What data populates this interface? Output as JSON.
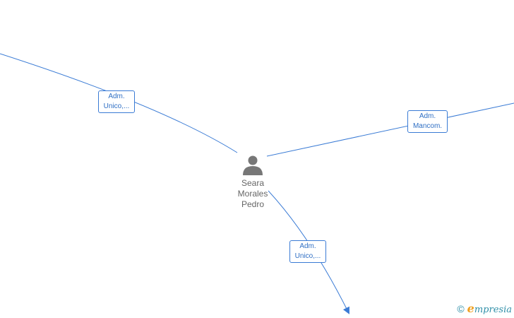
{
  "center": {
    "name_lines": [
      "Seara",
      "Morales",
      "Pedro"
    ],
    "icon": "person-icon"
  },
  "edges": [
    {
      "label_lines": [
        "Adm.",
        "Unico,..."
      ]
    },
    {
      "label_lines": [
        "Adm.",
        "Mancom."
      ]
    },
    {
      "label_lines": [
        "Adm.",
        "Unico,..."
      ]
    }
  ],
  "brand": {
    "copyright_symbol": "©",
    "logo_initial": "e",
    "logo_rest": "mpresia"
  },
  "colors": {
    "edge": "#3a7bd5",
    "icon": "#777777",
    "brand": "#2f8fa8",
    "brand_accent": "#f0a020"
  }
}
